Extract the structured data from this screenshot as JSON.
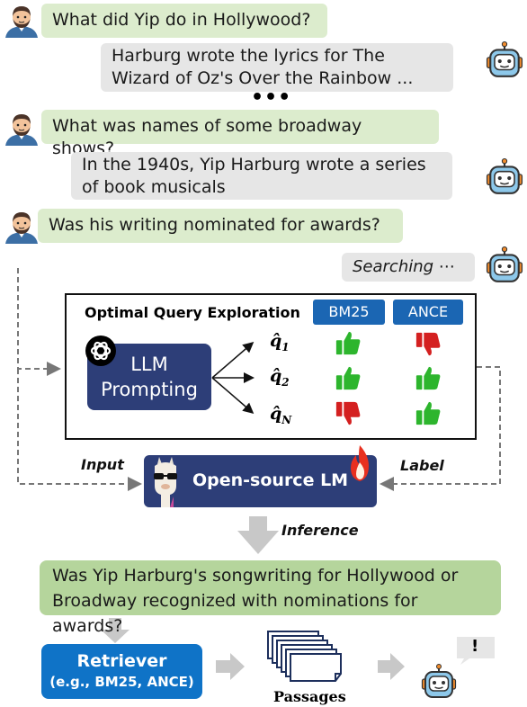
{
  "chat": {
    "user1": "What did Yip do in Hollywood?",
    "bot1": "Harburg wrote the lyrics for The Wizard of Oz's Over the Rainbow ...",
    "ellipsis": "•••",
    "user2": "What was names of some broadway shows?",
    "bot2": "In the 1940s, Yip Harburg wrote a series of book musicals",
    "user3": "Was his writing nominated for awards?",
    "searching": "Searching ⋯"
  },
  "exploration": {
    "title": "Optimal Query Exploration",
    "col_bm25": "BM25",
    "col_ance": "ANCE",
    "llm_line1": "LLM",
    "llm_line2": "Prompting",
    "queries": [
      {
        "label": "q̂",
        "sub": "1",
        "bm25": "up",
        "ance": "down"
      },
      {
        "label": "q̂",
        "sub": "2",
        "bm25": "up",
        "ance": "up"
      },
      {
        "label": "q̂",
        "sub": "N",
        "bm25": "down",
        "ance": "up"
      }
    ]
  },
  "training": {
    "input_label": "Input",
    "label_label": "Label",
    "lm_label": "Open-source LM",
    "inference_label": "Inference"
  },
  "rewrite": "Was Yip Harburg's songwriting for Hollywood or Broadway recognized with nominations for awards?",
  "retriever": {
    "title": "Retriever",
    "subtitle": "(e.g., BM25, ANCE)"
  },
  "passages_label": "Passages",
  "answer_mark": "!",
  "colors": {
    "user_bubble": "#dceccd",
    "bot_bubble": "#e6e6e6",
    "tag_blue": "#1b66b3",
    "navy": "#2d3e78",
    "thumb_up": "#2db52d",
    "thumb_down": "#d42020",
    "rewrite_green": "#b5d59c",
    "retriever_blue": "#0f73c7"
  },
  "icons": {
    "user": "user-avatar-icon",
    "bot": "robot-icon",
    "openai": "openai-logo-icon",
    "llama": "llama-icon",
    "fire": "fire-icon",
    "thumb_up": "thumbs-up-icon",
    "thumb_down": "thumbs-down-icon"
  }
}
